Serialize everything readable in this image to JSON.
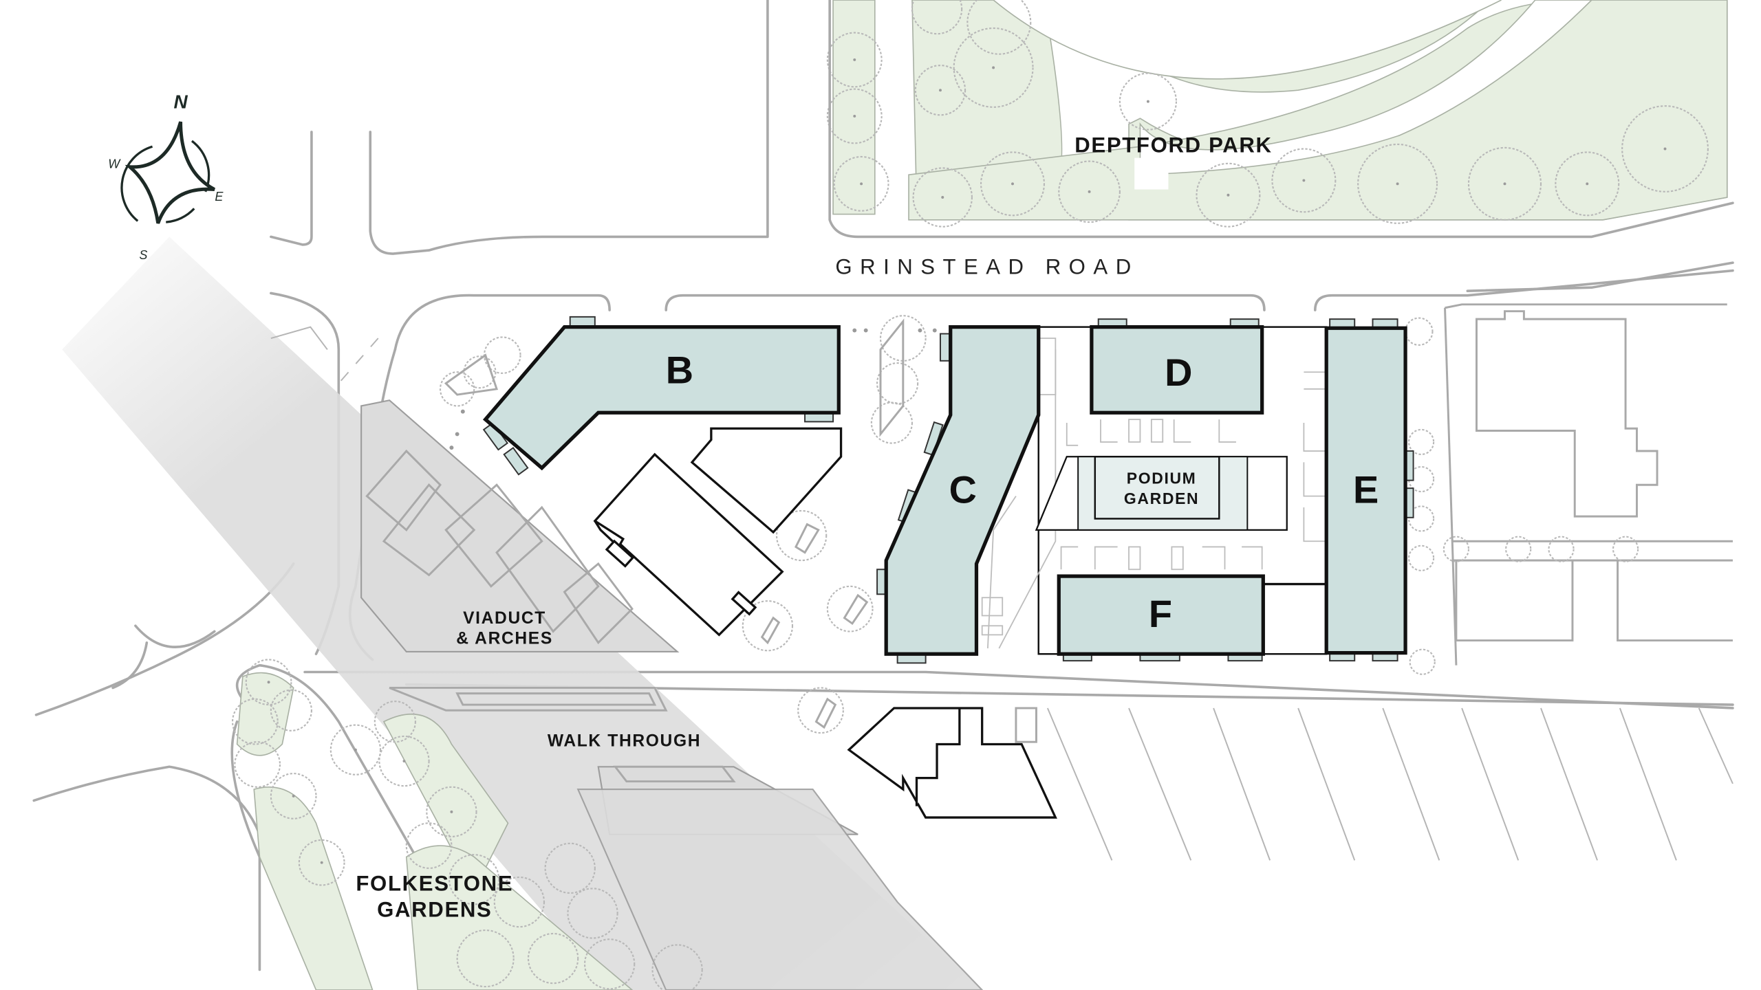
{
  "map": {
    "type": "site-plan",
    "colors": {
      "building_fill": "#cde0de",
      "building_outline": "#111111",
      "park_green": "#e7efe1",
      "viaduct_grey": "#dcdcdc",
      "road_line": "#a9a9a9",
      "podium_fill": "#e6efee"
    },
    "compass": {
      "north": "N",
      "east": "E",
      "south": "S",
      "west": "W",
      "icon": "compass-rose-icon"
    },
    "roads": [
      {
        "name": "GRINSTEAD ROAD"
      }
    ],
    "areas": {
      "park": "DEPTFORD PARK",
      "gardens_line1": "FOLKESTONE",
      "gardens_line2": "GARDENS",
      "viaduct_line1": "VIADUCT",
      "viaduct_line2": "& ARCHES",
      "walk_through": "WALK THROUGH",
      "podium_line1": "PODIUM",
      "podium_line2": "GARDEN"
    },
    "buildings": [
      {
        "id": "B",
        "label": "B"
      },
      {
        "id": "C",
        "label": "C"
      },
      {
        "id": "D",
        "label": "D"
      },
      {
        "id": "E",
        "label": "E"
      },
      {
        "id": "F",
        "label": "F"
      }
    ]
  }
}
